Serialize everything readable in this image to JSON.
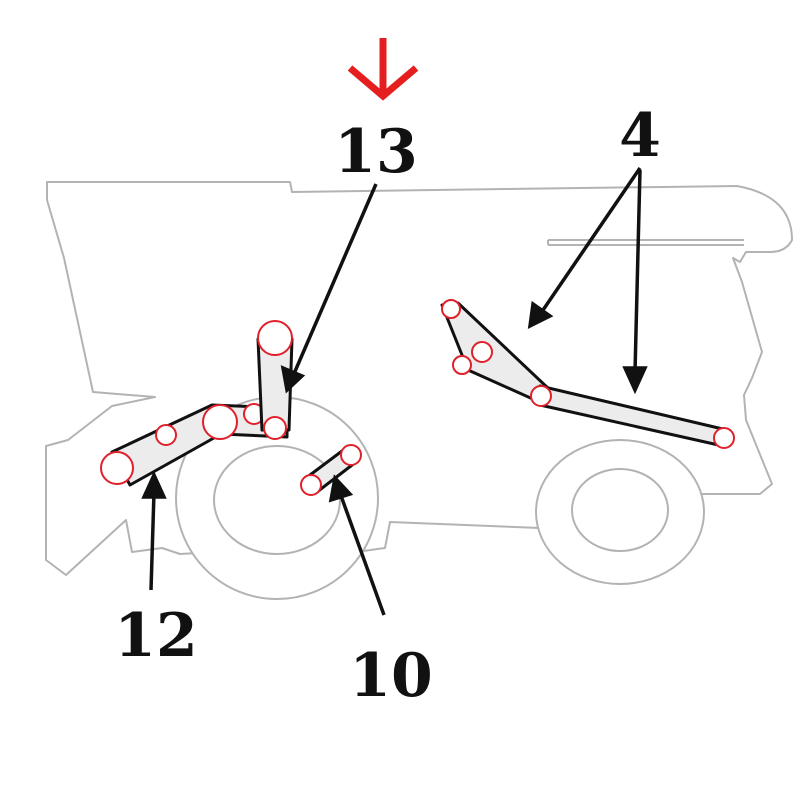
{
  "callouts": {
    "c13": "13",
    "c4": "4",
    "c12": "12",
    "c10": "10"
  },
  "indicator": {
    "icon": "down-arrow-icon",
    "color": "#e51f1f"
  },
  "colors": {
    "outline": "#b3b3b3",
    "arrow": "#111111",
    "belt_fill": "#ececec",
    "pulley_stroke": "#e0202a",
    "pulley_fill": "#ffffff"
  }
}
